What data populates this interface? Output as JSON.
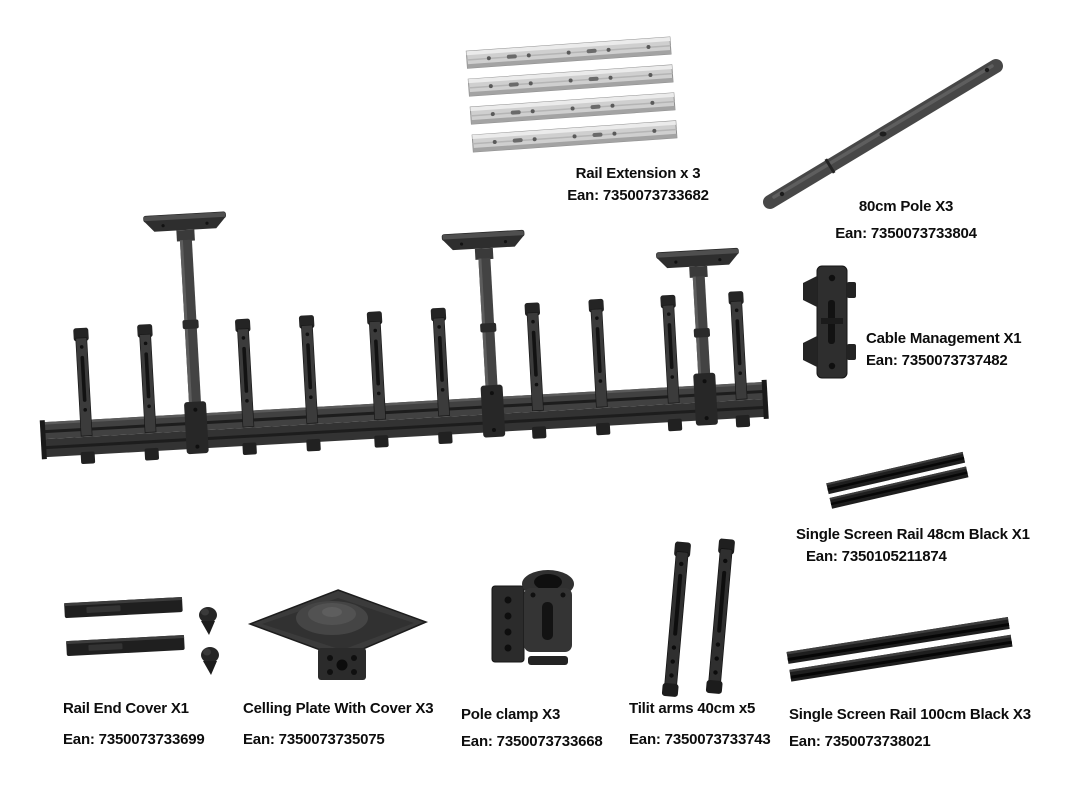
{
  "diagram": {
    "parts": [
      {
        "id": "rail-extension",
        "name": "Rail Extension x 3",
        "ean": "Ean: 7350073733682"
      },
      {
        "id": "pole-80cm",
        "name": "80cm Pole X3",
        "ean": "Ean: 7350073733804"
      },
      {
        "id": "cable-management",
        "name": "Cable Management X1",
        "ean": "Ean: 7350073737482"
      },
      {
        "id": "rail-48cm",
        "name": "Single Screen Rail 48cm Black X1",
        "ean": "Ean: 7350105211874"
      },
      {
        "id": "rail-end-cover",
        "name": "Rail End Cover X1",
        "ean": "Ean: 7350073733699"
      },
      {
        "id": "ceiling-plate",
        "name": "Celling Plate With Cover X3",
        "ean": "Ean: 7350073735075"
      },
      {
        "id": "pole-clamp",
        "name": "Pole clamp X3",
        "ean": "Ean: 7350073733668"
      },
      {
        "id": "tilt-arms",
        "name": "Tilit arms 40cm x5",
        "ean": "Ean: 7350073733743"
      },
      {
        "id": "rail-100cm",
        "name": "Single Screen Rail 100cm Black X3",
        "ean": "Ean: 7350073738021"
      }
    ]
  },
  "colors": {
    "part_black": "#262626",
    "rail_silver": "#cfcfcf",
    "text": "#0d0d0d",
    "background": "#ffffff"
  }
}
